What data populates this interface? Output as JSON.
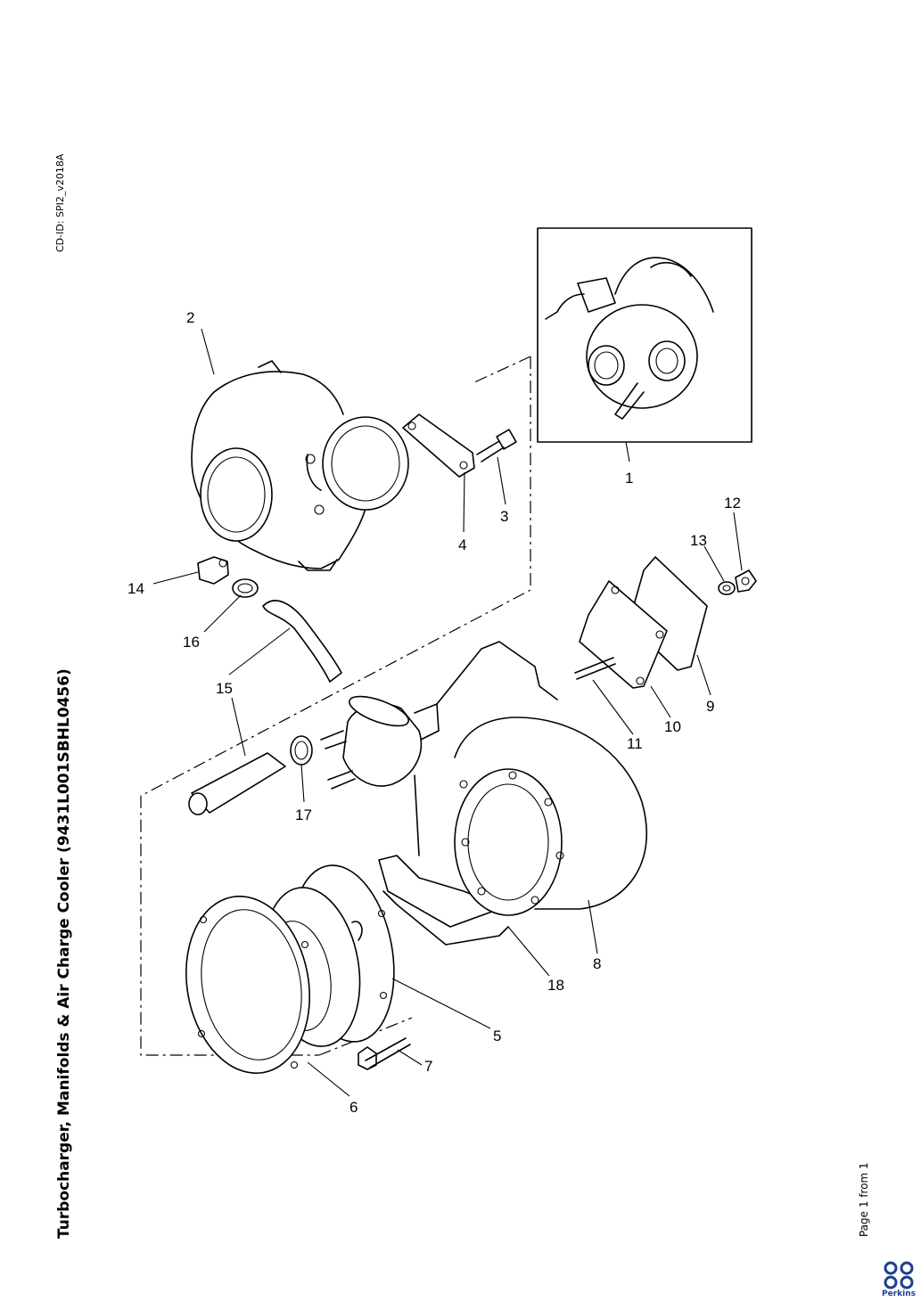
{
  "document": {
    "title": "Turbocharger, Manifolds & Air Charge Cooler (9431L001SBHL0456)",
    "cd_id": "CD-ID: SPI2_v2018A",
    "page": "Page 1 from 1",
    "brand": "Perkins",
    "brand_color": "#1e3f8f"
  },
  "callouts": [
    "1",
    "2",
    "3",
    "4",
    "5",
    "6",
    "7",
    "8",
    "9",
    "10",
    "11",
    "12",
    "13",
    "14",
    "15",
    "16",
    "17",
    "18"
  ]
}
